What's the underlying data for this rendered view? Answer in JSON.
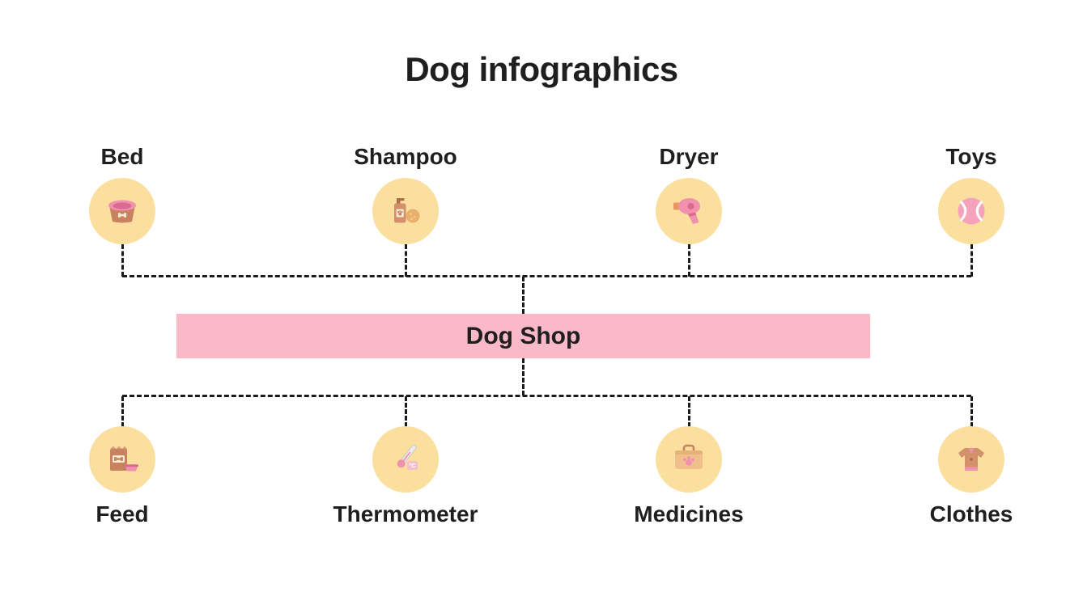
{
  "title": "Dog infographics",
  "center_bar": {
    "label": "Dog Shop"
  },
  "top_row": {
    "items": [
      {
        "label": "Bed",
        "icon": "dog-bed-icon"
      },
      {
        "label": "Shampoo",
        "icon": "shampoo-bottle-icon"
      },
      {
        "label": "Dryer",
        "icon": "hair-dryer-icon"
      },
      {
        "label": "Toys",
        "icon": "tennis-ball-icon"
      }
    ]
  },
  "bottom_row": {
    "items": [
      {
        "label": "Feed",
        "icon": "dog-food-icon"
      },
      {
        "label": "Thermometer",
        "icon": "thermometer-icon"
      },
      {
        "label": "Medicines",
        "icon": "first-aid-bag-icon"
      },
      {
        "label": "Clothes",
        "icon": "dog-coat-icon"
      }
    ]
  },
  "icons": {
    "thermometer_unit": "°C"
  },
  "colors": {
    "background": "#FFFFFF",
    "bar_pink": "#F9B9C9",
    "circle_yellow": "#FADF9E",
    "icon_pink": "#F291AD",
    "icon_brown": "#C8825F",
    "text": "#1F1F1F",
    "connector": "#1B1B1B"
  }
}
